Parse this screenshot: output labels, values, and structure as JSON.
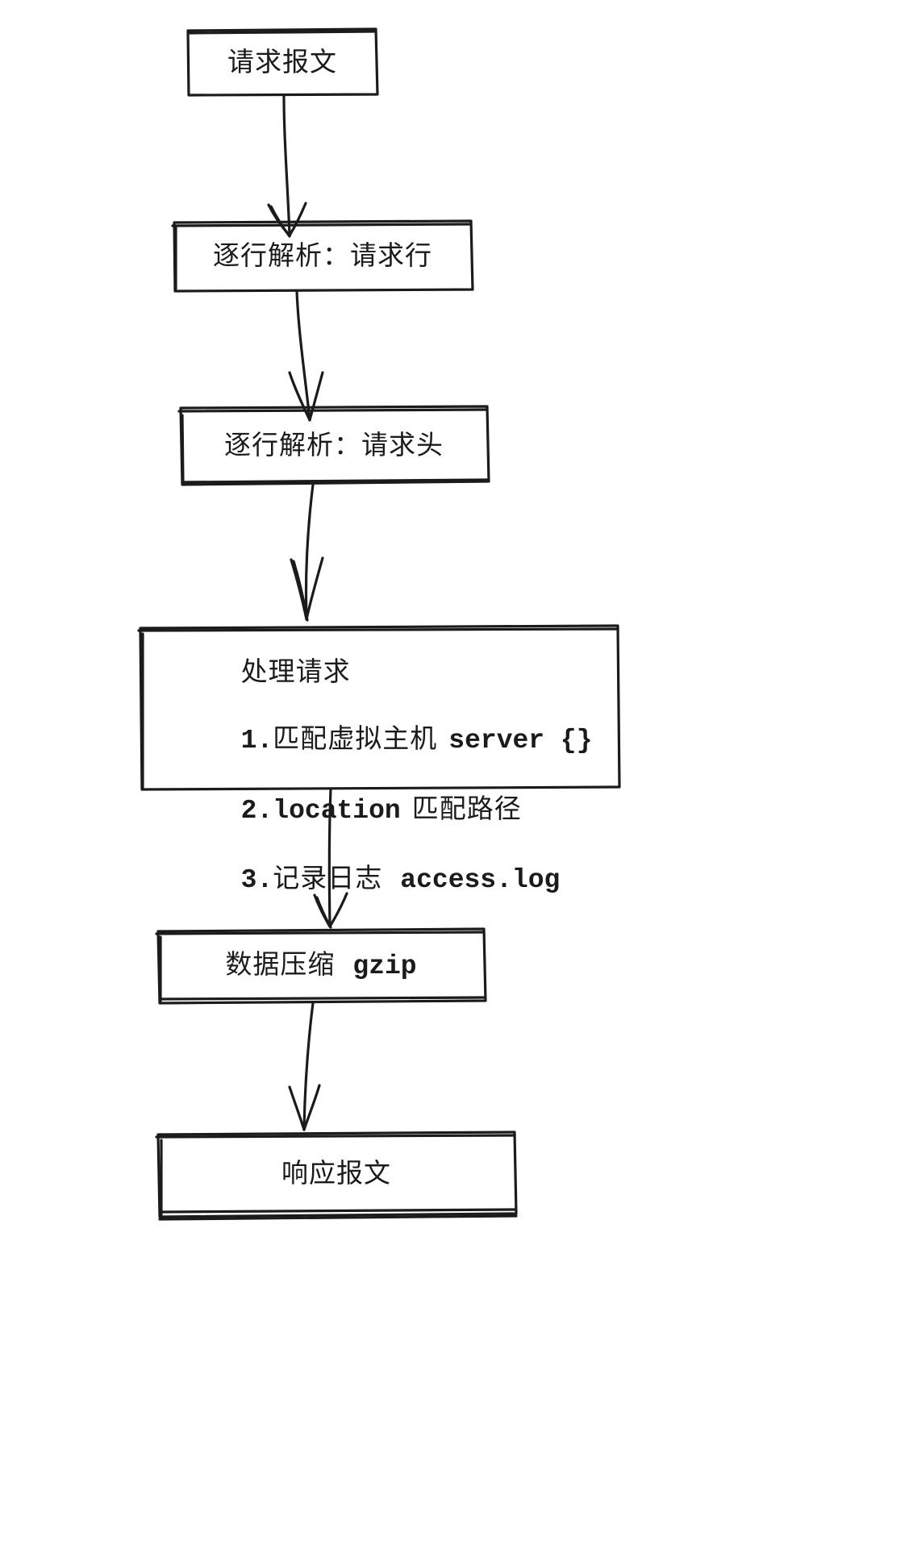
{
  "diagram": {
    "title_text_present": false,
    "background_color": "#ffffff",
    "stroke_color": "#1b1b1b",
    "style": "hand-drawn-sketch",
    "orientation": "top-to-bottom"
  },
  "nodes": [
    {
      "id": "request-message",
      "label": "请求报文",
      "kind": "box"
    },
    {
      "id": "parse-request-line",
      "label": "逐行解析：请求行",
      "kind": "box"
    },
    {
      "id": "parse-request-header",
      "label": "逐行解析：请求头",
      "kind": "box"
    },
    {
      "id": "process-request",
      "kind": "box",
      "heading": "处理请求",
      "steps": [
        {
          "number": "1.",
          "cn": "匹配虚拟主机",
          "code": "server {}"
        },
        {
          "number": "2.",
          "code": "location",
          "cn": "匹配路径"
        },
        {
          "number": "3.",
          "cn": "记录日志",
          "code": "access.log"
        }
      ]
    },
    {
      "id": "compress",
      "kind": "box",
      "cn": "数据压缩",
      "code": "gzip"
    },
    {
      "id": "response-message",
      "label": "响应报文",
      "kind": "box"
    }
  ],
  "edges": [
    {
      "id": "edge-1",
      "from": "request-message",
      "to": "parse-request-line",
      "arrow": "down"
    },
    {
      "id": "edge-2",
      "from": "parse-request-line",
      "to": "parse-request-header",
      "arrow": "down"
    },
    {
      "id": "edge-3",
      "from": "parse-request-header",
      "to": "process-request",
      "arrow": "down"
    },
    {
      "id": "edge-4",
      "from": "process-request",
      "to": "compress",
      "arrow": "down"
    },
    {
      "id": "edge-5",
      "from": "compress",
      "to": "response-message",
      "arrow": "down"
    }
  ]
}
